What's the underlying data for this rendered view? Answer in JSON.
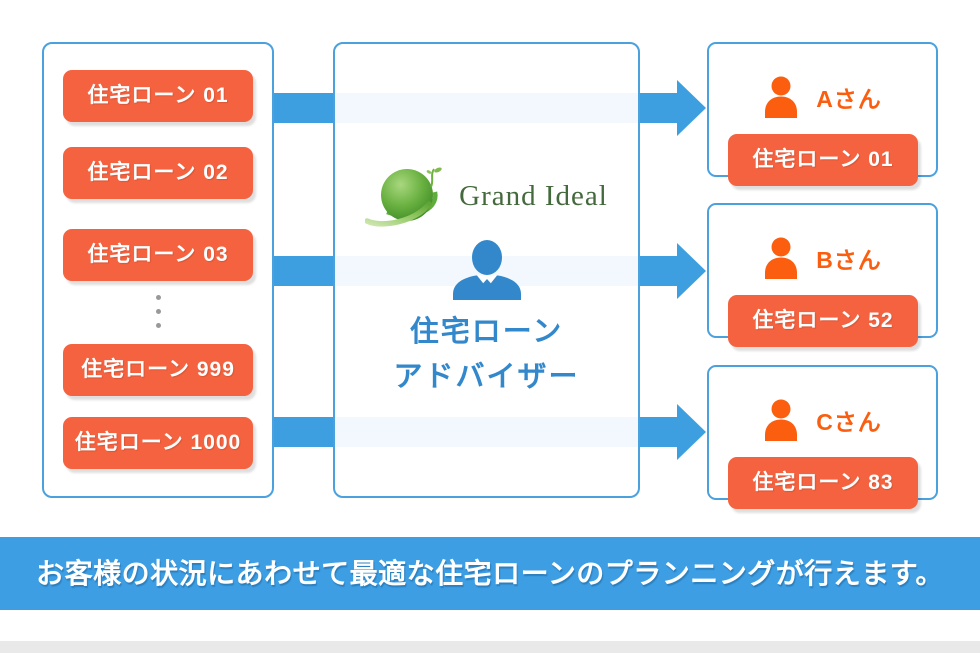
{
  "colors": {
    "accent_blue": "#3E9FE0",
    "border_blue": "#4AA1DE",
    "light_band": "#F2F8FD",
    "button_orange": "#F5623F",
    "person_orange": "#FA5E0E",
    "advisor_text_blue": "#3388CB",
    "logo_green": "#44693C",
    "banner_blue": "#3D9EE4",
    "footer_gray": "#E9E9E9"
  },
  "left_panel": {
    "loans": [
      "住宅ローン 01",
      "住宅ローン 02",
      "住宅ローン 03",
      "住宅ローン 999",
      "住宅ローン 1000"
    ]
  },
  "advisor": {
    "logo_text": "Grand Ideal",
    "title_line1": "住宅ローン",
    "title_line2": "アドバイザー"
  },
  "clients": [
    {
      "name": "Aさん",
      "loan": "住宅ローン 01"
    },
    {
      "name": "Bさん",
      "loan": "住宅ローン 52"
    },
    {
      "name": "Cさん",
      "loan": "住宅ローン 83"
    }
  ],
  "banner": {
    "text": "お客様の状況にあわせて最適な住宅ローンのプランニングが行えます。"
  }
}
